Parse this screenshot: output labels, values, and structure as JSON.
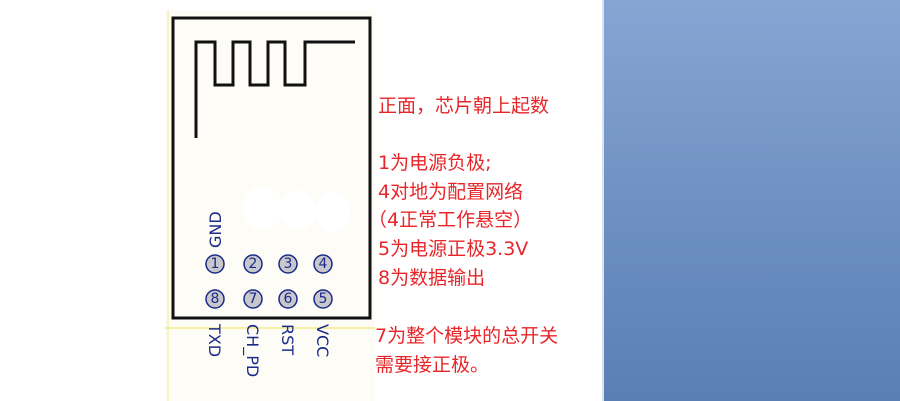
{
  "module": {
    "top_pins": [
      {
        "number": "1",
        "label": "GND"
      },
      {
        "number": "2",
        "label": ""
      },
      {
        "number": "3",
        "label": ""
      },
      {
        "number": "4",
        "label": ""
      }
    ],
    "bottom_pins": [
      {
        "number": "8",
        "label": "TXD"
      },
      {
        "number": "7",
        "label": "CH_PD"
      },
      {
        "number": "6",
        "label": "RST"
      },
      {
        "number": "5",
        "label": "VCC"
      }
    ]
  },
  "notes": {
    "heading": "正面，芯片朝上起数",
    "lines": [
      "1为电源负极;",
      "4对地为配置网络",
      "（4正常工作悬空）",
      "5为电源正极3.3V",
      "8为数据输出"
    ],
    "footer": [
      "7为整个模块的总开关",
      "需要接正极。"
    ]
  },
  "colors": {
    "note_text": "#e8262a",
    "pin_label": "#1a2a8a",
    "pin_fill": "#c8c8cc",
    "right_panel": "#6f91c3"
  }
}
